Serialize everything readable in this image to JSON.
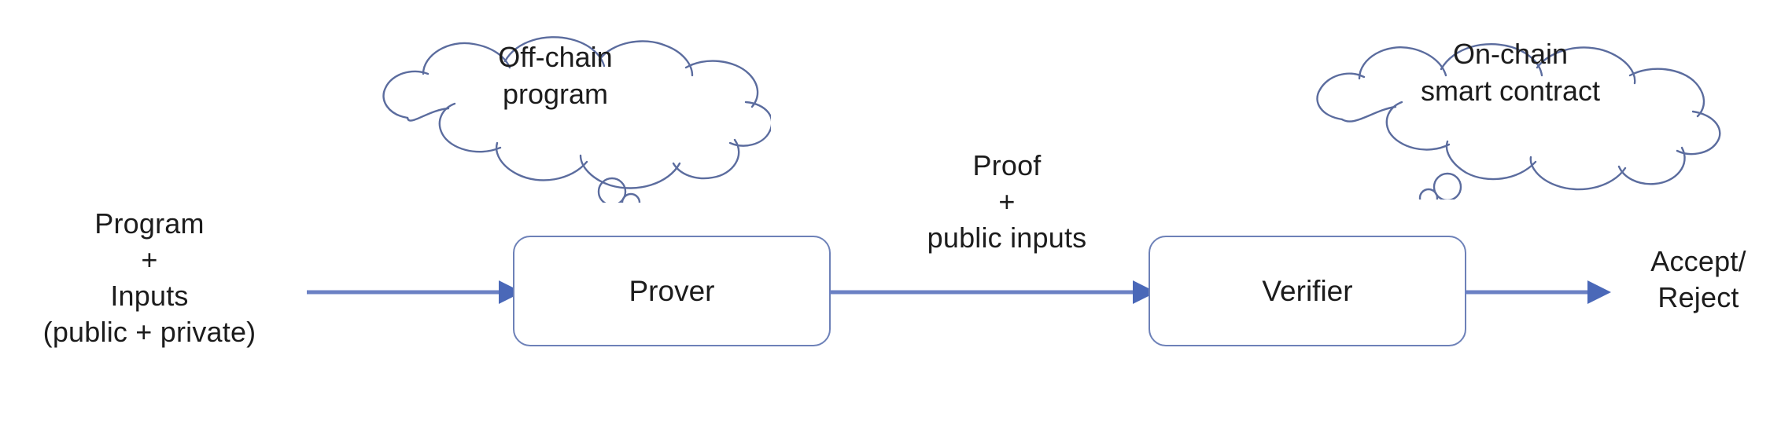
{
  "diagram": {
    "title": "Zero-knowledge proof pipeline",
    "colors": {
      "stroke_blue": "#6d81b8",
      "cloud_outline": "#5b6c9e",
      "arrow_blue": "#6b81c4",
      "text": "#1c1c1c",
      "background": "#ffffff"
    },
    "inputs": {
      "label": "Program\n+\nInputs\n(public + private)"
    },
    "clouds": [
      {
        "name": "off-chain",
        "label": "Off-chain\nprogram",
        "tail_side": "bottom-right"
      },
      {
        "name": "on-chain",
        "label": "On-chain\nsmart contract",
        "tail_side": "bottom-left"
      }
    ],
    "nodes": [
      {
        "name": "prover",
        "label": "Prover"
      },
      {
        "name": "verifier",
        "label": "Verifier"
      }
    ],
    "edges": [
      {
        "name": "input-to-prover",
        "label": ""
      },
      {
        "name": "prover-to-verifier",
        "label": "Proof\n+\npublic inputs"
      },
      {
        "name": "verifier-to-output",
        "label": ""
      }
    ],
    "output": {
      "label": "Accept/\nReject"
    },
    "icons": {
      "arrowhead": "arrowhead-right-icon",
      "thought_tail": "thought-bubble-tail-icon"
    }
  }
}
